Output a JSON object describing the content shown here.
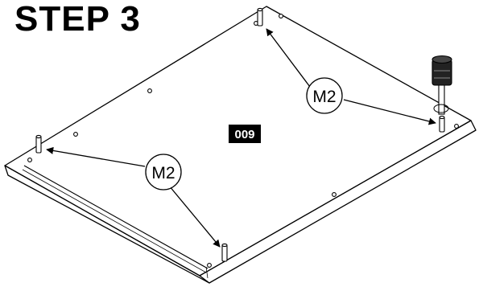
{
  "step": {
    "title": "STEP 3"
  },
  "panel": {
    "code": "009"
  },
  "callouts": {
    "top": {
      "label": "M2"
    },
    "bottom": {
      "label": "M2"
    }
  }
}
